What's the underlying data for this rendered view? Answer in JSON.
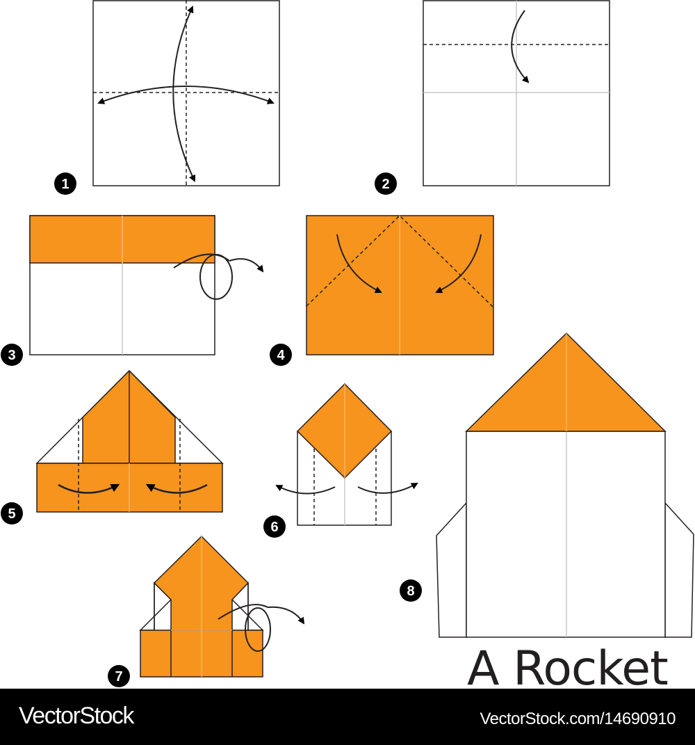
{
  "title": "A Rocket",
  "steps": [
    {
      "number": "1"
    },
    {
      "number": "2"
    },
    {
      "number": "3"
    },
    {
      "number": "4"
    },
    {
      "number": "5"
    },
    {
      "number": "6"
    },
    {
      "number": "7"
    },
    {
      "number": "8"
    }
  ],
  "colors": {
    "paper_orange": "#f7941d",
    "paper_white": "#ffffff",
    "line": "#231f20",
    "crease": "#c8c8c8"
  },
  "footer": {
    "brand": "VectorStock",
    "url": "VectorStock.com/14690910"
  }
}
